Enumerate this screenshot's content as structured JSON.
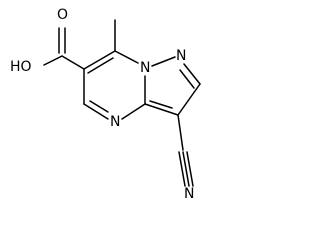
{
  "molecule": {
    "atom_labels": {
      "hydroxyl": "HO",
      "carbonyl_oxygen": "O",
      "bridgehead_nitrogen": "N",
      "pyrazole_nitrogen": "N",
      "pyrimidine_nitrogen": "N",
      "nitrile_nitrogen": "N"
    }
  }
}
